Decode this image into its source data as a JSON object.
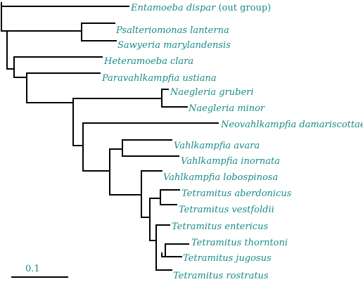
{
  "taxa": [
    {
      "id": "t1",
      "name": "Entamoeba dispar",
      "suffix": " (out group)"
    },
    {
      "id": "t2",
      "name": "Psalteriomonas lanterna"
    },
    {
      "id": "t3",
      "name": "Sawyeria marylandensis"
    },
    {
      "id": "t4",
      "name": "Heteramoeba clara"
    },
    {
      "id": "t5",
      "name": "Paravahlkampfia ustiana"
    },
    {
      "id": "t6",
      "name": "Naegleria gruberi"
    },
    {
      "id": "t7",
      "name": "Naegleria minor"
    },
    {
      "id": "t8",
      "name": "Neovahlkampfia damariscottae"
    },
    {
      "id": "t9",
      "name": "Vahlkampfia avara"
    },
    {
      "id": "t10",
      "name": "Vahlkampfia  inornata"
    },
    {
      "id": "t11",
      "name": "Vahlkampfia lobospinosa"
    },
    {
      "id": "t12",
      "name": "Tetramitus aberdonicus"
    },
    {
      "id": "t13",
      "name": "Tetramitus vestfoldii"
    },
    {
      "id": "t14",
      "name": "Tetramitus entericus"
    },
    {
      "id": "t15",
      "name": "Tetramitus thorntoni"
    },
    {
      "id": "t16",
      "name": "Tetramitus jugosus"
    },
    {
      "id": "t17",
      "name": "Tetramitus rostratus"
    }
  ],
  "scale_bar": {
    "label": "0.1"
  },
  "colors": {
    "label": "#1a8a8a",
    "branch": "#000000"
  }
}
